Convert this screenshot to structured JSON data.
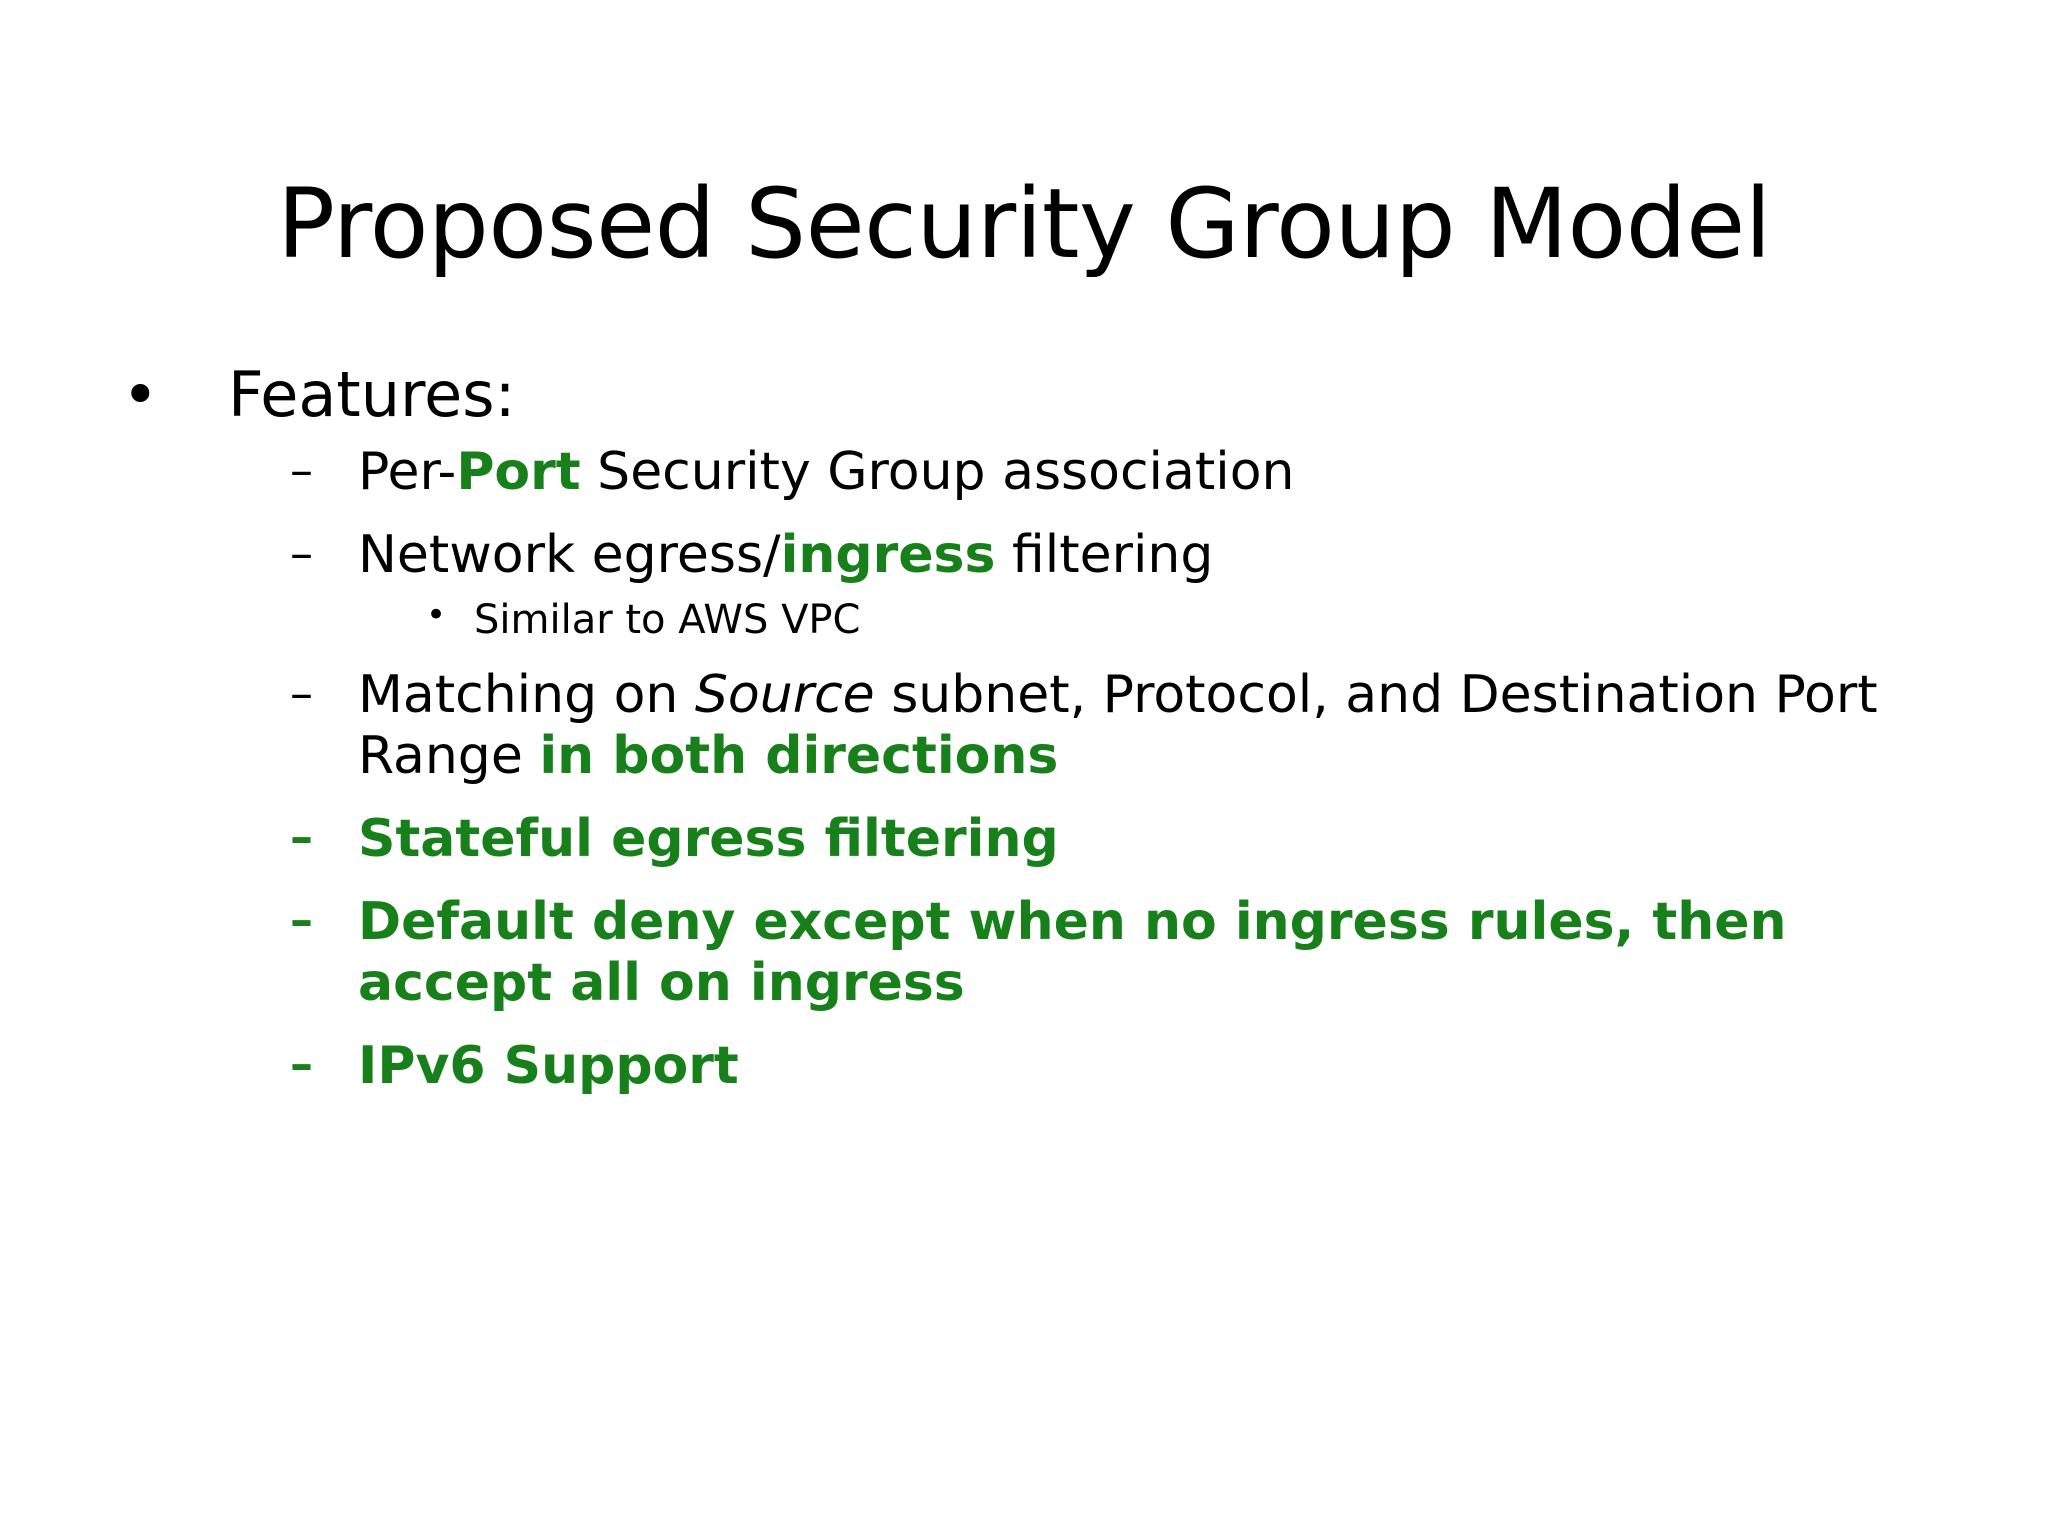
{
  "slide": {
    "title": "Proposed Security Group Model",
    "accent_color": "#17801a",
    "text_color": "#000000",
    "background_color": "#ffffff",
    "bullet_glyphs": {
      "level1": "•",
      "level2": "–",
      "level3": "•"
    },
    "outline": {
      "level1_label": "Features:",
      "items": [
        {
          "id": "per-port",
          "runs": [
            {
              "text": "Per-",
              "style": "plain"
            },
            {
              "text": "Port",
              "style": "highlight"
            },
            {
              "text": " Security Group association",
              "style": "plain"
            }
          ],
          "plain_text": "Per-Port Security Group association"
        },
        {
          "id": "egress-ingress",
          "runs": [
            {
              "text": "Network egress/",
              "style": "plain"
            },
            {
              "text": "ingress",
              "style": "highlight"
            },
            {
              "text": " filtering",
              "style": "plain"
            }
          ],
          "plain_text": "Network egress/ingress filtering",
          "sub_items": [
            {
              "id": "aws-vpc",
              "text": "Similar to AWS VPC"
            }
          ]
        },
        {
          "id": "matching",
          "runs": [
            {
              "text": "Matching on ",
              "style": "plain"
            },
            {
              "text": "Source",
              "style": "italic"
            },
            {
              "text": " subnet, Protocol, and Destination Port Range ",
              "style": "plain"
            },
            {
              "text": "in both directions",
              "style": "highlight"
            }
          ],
          "plain_text": "Matching on Source subnet, Protocol, and Destination Port Range in both directions"
        },
        {
          "id": "stateful-egress",
          "runs": [
            {
              "text": "Stateful egress filtering",
              "style": "highlight"
            }
          ],
          "plain_text": "Stateful egress filtering",
          "all_green": true
        },
        {
          "id": "default-deny",
          "runs": [
            {
              "text": "Default deny except when no ingress rules, then accept all on ingress",
              "style": "highlight"
            }
          ],
          "plain_text": "Default deny except when no ingress rules, then accept all on ingress",
          "all_green": true
        },
        {
          "id": "ipv6",
          "runs": [
            {
              "text": "IPv6 Support",
              "style": "highlight"
            }
          ],
          "plain_text": "IPv6 Support",
          "all_green": true
        }
      ]
    }
  }
}
